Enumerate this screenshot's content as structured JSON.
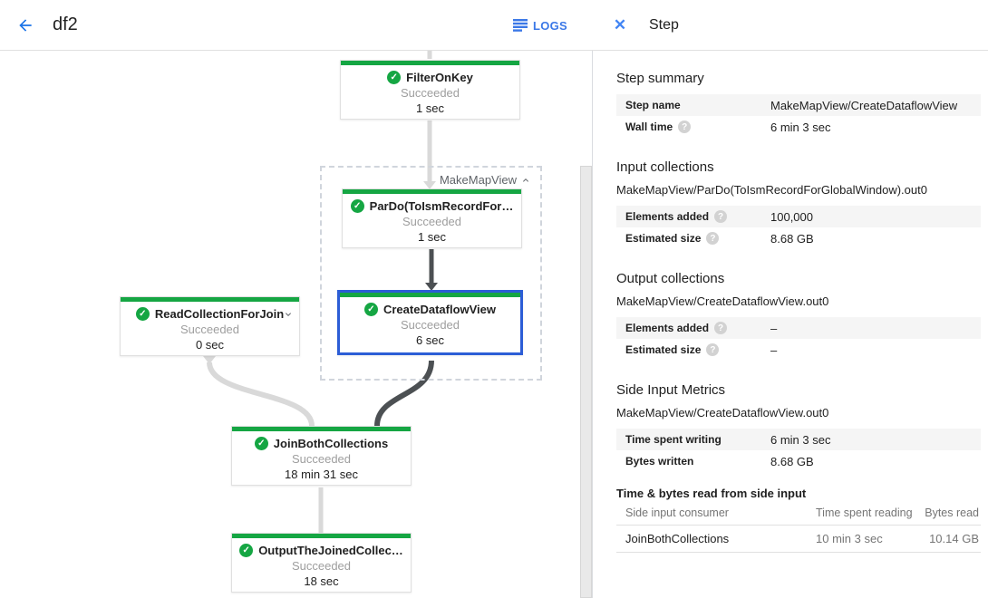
{
  "colors": {
    "green": "#15a643",
    "link_blue": "#1a73e8",
    "selection_blue": "#2c5dd6",
    "edge_light": "#d9d9d9",
    "edge_dark": "#4c5053"
  },
  "topbar": {
    "job_name": "df2",
    "logs_label": "LOGS"
  },
  "graph": {
    "group_label": "MakeMapView",
    "nodes": [
      {
        "title": "FilterOnKey",
        "status": "Succeeded",
        "time": "1 sec"
      },
      {
        "title": "ParDo(ToIsmRecordFor…",
        "status": "Succeeded",
        "time": "1 sec"
      },
      {
        "title": "CreateDataflowView",
        "status": "Succeeded",
        "time": "6 sec"
      },
      {
        "title": "ReadCollectionForJoin",
        "status": "Succeeded",
        "time": "0 sec"
      },
      {
        "title": "JoinBothCollections",
        "status": "Succeeded",
        "time": "18 min 31 sec"
      },
      {
        "title": "OutputTheJoinedCollec…",
        "status": "Succeeded",
        "time": "18 sec"
      }
    ]
  },
  "panel": {
    "title": "Step",
    "step_summary": {
      "heading": "Step summary",
      "rows": [
        {
          "label": "Step name",
          "value": "MakeMapView/CreateDataflowView"
        },
        {
          "label": "Wall time",
          "value": "6 min 3 sec"
        }
      ]
    },
    "input_collections": {
      "heading": "Input collections",
      "collection": "MakeMapView/ParDo(ToIsmRecordForGlobalWindow).out0",
      "rows": [
        {
          "label": "Elements added",
          "value": "100,000"
        },
        {
          "label": "Estimated size",
          "value": "8.68 GB"
        }
      ]
    },
    "output_collections": {
      "heading": "Output collections",
      "collection": "MakeMapView/CreateDataflowView.out0",
      "rows": [
        {
          "label": "Elements added",
          "value": "–"
        },
        {
          "label": "Estimated size",
          "value": "–"
        }
      ]
    },
    "side_input_metrics": {
      "heading": "Side Input Metrics",
      "collection": "MakeMapView/CreateDataflowView.out0",
      "rows": [
        {
          "label": "Time spent writing",
          "value": "6 min 3 sec"
        },
        {
          "label": "Bytes written",
          "value": "8.68 GB"
        }
      ]
    },
    "side_input_table": {
      "heading": "Time & bytes read from side input",
      "columns": [
        "Side input consumer",
        "Time spent reading",
        "Bytes read"
      ],
      "rows": [
        [
          "JoinBothCollections",
          "10 min 3 sec",
          "10.14 GB"
        ]
      ]
    }
  }
}
